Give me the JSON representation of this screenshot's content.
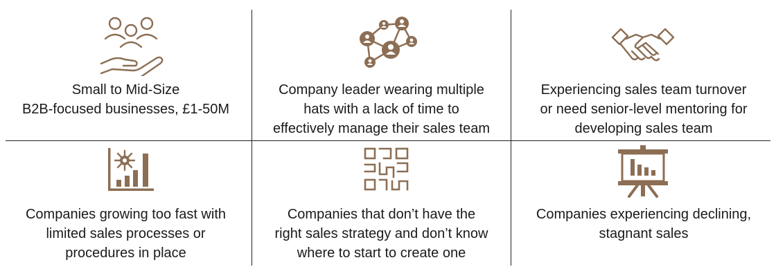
{
  "colors": {
    "accent": "#8c6e54",
    "divider": "#222222"
  },
  "cells": [
    {
      "icon": "people-in-hand-icon",
      "lines": [
        "Small to Mid-Size",
        "B2B-focused businesses, £1-50M"
      ]
    },
    {
      "icon": "network-people-icon",
      "lines": [
        "Company leader wearing multiple",
        "hats with a lack of time to",
        "effectively manage their sales team"
      ]
    },
    {
      "icon": "handshake-icon",
      "lines": [
        "Experiencing sales team turnover",
        "or need senior-level mentoring for",
        "developing sales team"
      ]
    },
    {
      "icon": "growth-chart-virus-icon",
      "lines": [
        "Companies growing too fast with",
        "limited sales processes or",
        "procedures in place"
      ]
    },
    {
      "icon": "maze-icon",
      "lines": [
        "Companies that don’t have the",
        "right sales strategy and don’t know",
        "where to start to create one"
      ]
    },
    {
      "icon": "presentation-board-icon",
      "lines": [
        "Companies experiencing declining,",
        "stagnant sales"
      ]
    }
  ]
}
